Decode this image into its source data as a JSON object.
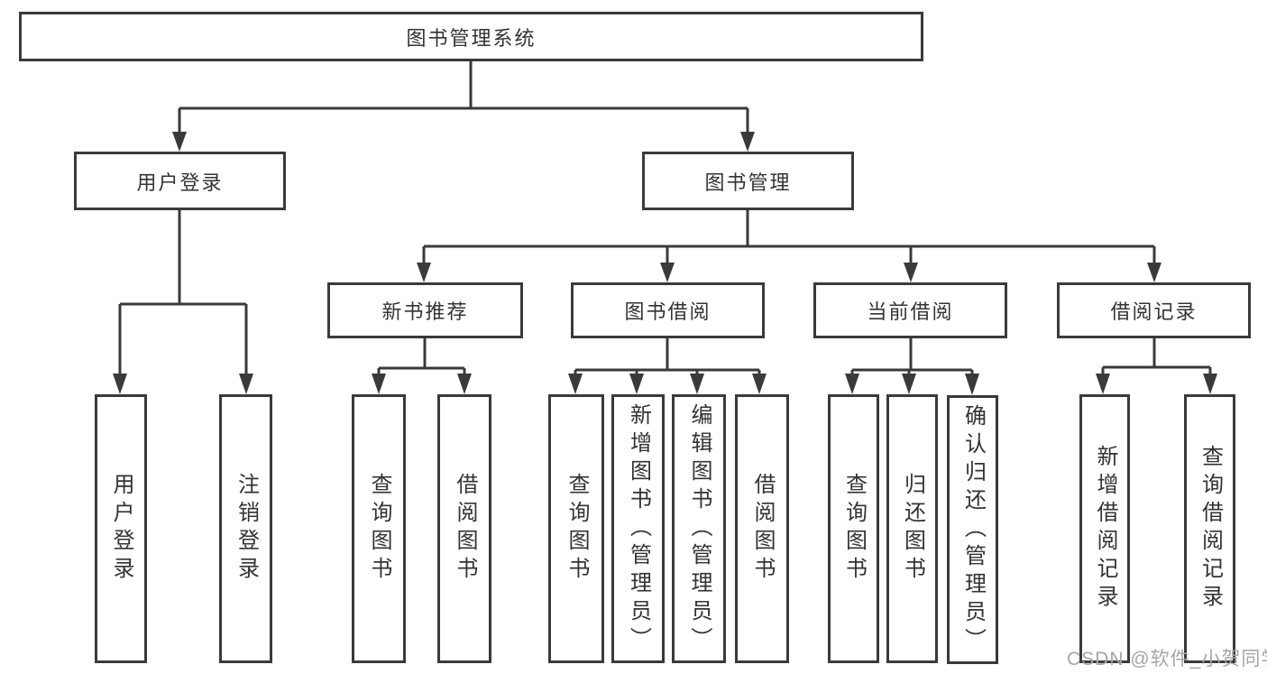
{
  "diagram": {
    "title": "图书管理系统",
    "watermark": "CSDN @软件_小贺同学",
    "colors": {
      "border": "#3a3a3a",
      "text": "#333333",
      "watermark": "#a6a6a6",
      "background": "#ffffff"
    },
    "nodes": {
      "root": "图书管理系统",
      "user_login": "用户登录",
      "book_mgmt": "图书管理",
      "new_book_rec": "新书推荐",
      "book_borrow": "图书借阅",
      "current_borrow": "当前借阅",
      "borrow_records": "借阅记录",
      "ul_user_login": "用户登录",
      "ul_logout": "注销登录",
      "nbr_query_book": "查询图书",
      "nbr_borrow_book": "借阅图书",
      "bb_query_book": "查询图书",
      "bb_add_book": "新增图书（管理员）",
      "bb_edit_book": "编辑图书（管理员）",
      "bb_borrow_book": "借阅图书",
      "cb_query_book": "查询图书",
      "cb_return_book": "归还图书",
      "cb_confirm_return": "确认归还（管理员）",
      "br_add_record": "新增借阅记录",
      "br_query_record": "查询借阅记录"
    },
    "hierarchy": {
      "图书管理系统": {
        "用户登录": [
          "用户登录",
          "注销登录"
        ],
        "图书管理": {
          "新书推荐": [
            "查询图书",
            "借阅图书"
          ],
          "图书借阅": [
            "查询图书",
            "新增图书（管理员）",
            "编辑图书（管理员）",
            "借阅图书"
          ],
          "当前借阅": [
            "查询图书",
            "归还图书",
            "确认归还（管理员）"
          ],
          "借阅记录": [
            "新增借阅记录",
            "查询借阅记录"
          ]
        }
      }
    }
  }
}
